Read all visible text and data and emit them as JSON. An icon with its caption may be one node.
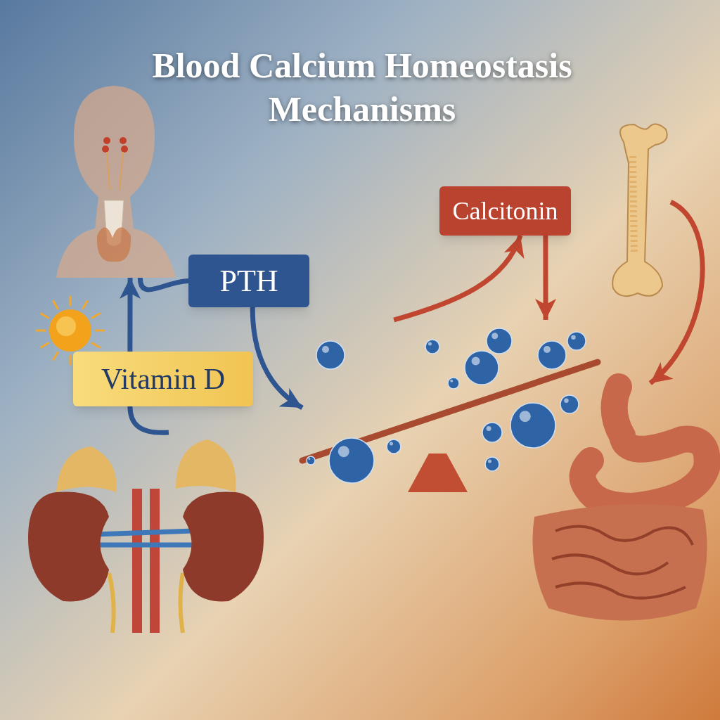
{
  "diagram": {
    "title": "Blood Calcium Homeostasis Mechanisms",
    "nodes": [
      {
        "text": [],
        "shape": "picture"
      },
      {
        "text": [
          "PTH"
        ]
      },
      {
        "text": [],
        "shape": "picture"
      },
      {
        "text": [
          "Vitamin D"
        ]
      },
      {
        "text": [
          "Calcitonin"
        ]
      },
      {
        "text": [],
        "shape": "picture"
      },
      {
        "text": [],
        "shape": "picture"
      },
      {
        "text": [],
        "shape": "picture"
      },
      {
        "text": [],
        "shape": "picture"
      }
    ],
    "edges": [
      {
        "from": 0,
        "to": 1,
        "arrow": "none"
      },
      {
        "from": 1,
        "to": 6,
        "arrow": "to"
      },
      {
        "from": 7,
        "to": 3,
        "arrow": "none"
      },
      {
        "from": 3,
        "to": 0,
        "arrow": "to"
      },
      {
        "from": 6,
        "to": 4,
        "arrow": "to",
        "color": "#c0462f"
      },
      {
        "from": 4,
        "to": 6,
        "arrow": "to",
        "color": "#c0462f"
      },
      {
        "from": 5,
        "to": 8,
        "arrow": "to",
        "color": "#c0462f"
      }
    ]
  }
}
